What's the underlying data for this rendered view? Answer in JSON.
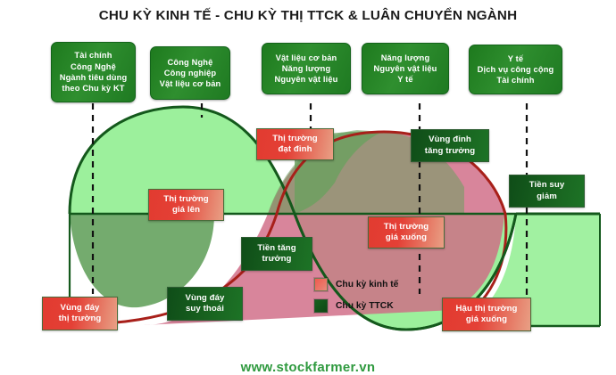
{
  "title": "CHU KỲ KINH TẾ - CHU KỲ THỊ TTCK & LUÂN CHUYỂN NGÀNH",
  "footer": "www.stockfarmer.vn",
  "sectors": [
    {
      "name": "sector-box-1",
      "lines": [
        "Tài chính",
        "Công Nghệ",
        "Ngành tiêu dùng",
        "theo Chu kỳ KT"
      ]
    },
    {
      "name": "sector-box-2",
      "lines": [
        "Công Nghệ",
        "Công nghiệp",
        "Vật liệu cơ bản"
      ]
    },
    {
      "name": "sector-box-3",
      "lines": [
        "Vật liệu cơ bản",
        "Năng lượng",
        "Nguyên vật liệu"
      ]
    },
    {
      "name": "sector-box-4",
      "lines": [
        "Năng lượng",
        "Nguyên vật liệu",
        "Y tế"
      ]
    },
    {
      "name": "sector-box-5",
      "lines": [
        "Y tế",
        "Dịch vụ công cộng",
        "Tài chính"
      ]
    }
  ],
  "callouts": [
    {
      "name": "market-peak",
      "lines": [
        "Thị trường",
        "đạt đỉnh"
      ],
      "style": "red"
    },
    {
      "name": "growth-peak-zone",
      "lines": [
        "Vùng đỉnh",
        "tăng trưởng"
      ],
      "style": "green"
    },
    {
      "name": "bull-market",
      "lines": [
        "Thị trường",
        "giá lên"
      ],
      "style": "red"
    },
    {
      "name": "money-growth",
      "lines": [
        "Tiền tăng",
        "trưởng"
      ],
      "style": "green"
    },
    {
      "name": "bear-market",
      "lines": [
        "Thị trường",
        "giá xuống"
      ],
      "style": "red"
    },
    {
      "name": "money-decline",
      "lines": [
        "Tiền suy",
        "giảm"
      ],
      "style": "green"
    },
    {
      "name": "market-bottom",
      "lines": [
        "Vùng đáy",
        "thị trường"
      ],
      "style": "red"
    },
    {
      "name": "recession-bottom",
      "lines": [
        "Vùng đáy",
        "suy thoái"
      ],
      "style": "green"
    },
    {
      "name": "post-bear-market",
      "lines": [
        "Hậu thị trường",
        "giá xuống"
      ],
      "style": "red"
    }
  ],
  "legend": [
    {
      "name": "legend-economic-cycle",
      "label": "Chu kỳ kinh tế",
      "color": "#f05a4e"
    },
    {
      "name": "legend-stock-cycle",
      "label": "Chu kỳ TTCK",
      "color": "#14591c"
    }
  ],
  "chart_data": {
    "type": "area",
    "title": "CHU KỲ KINH TẾ - CHU KỲ THỊ TTCK & LUÂN CHUYỂN NGÀNH",
    "xlabel": "",
    "ylabel": "",
    "baseline_y": 240,
    "grid": false,
    "legend_position": "bottom-center",
    "series": [
      {
        "name": "Chu kỳ TTCK",
        "color": "#14591c",
        "fill": "#8ce88c",
        "phase_lead": "leads economic cycle",
        "x": [
          78,
          140,
          205,
          272,
          340,
          405,
          470,
          535,
          600,
          672
        ],
        "y": [
          240,
          178,
          140,
          145,
          240,
          300,
          352,
          362,
          300,
          240
        ]
      },
      {
        "name": "Chu kỳ kinh tế",
        "color": "#a8201a",
        "fill": "#d4637e",
        "phase_lead": "lags stock cycle",
        "x": [
          78,
          140,
          205,
          272,
          340,
          405,
          470,
          535,
          600,
          672
        ],
        "y": [
          362,
          352,
          310,
          248,
          190,
          152,
          146,
          175,
          240,
          300
        ]
      }
    ],
    "annotations": [
      "Thị trường giá lên",
      "Thị trường đạt đỉnh",
      "Thị trường giá xuống",
      "Hậu thị trường giá xuống",
      "Vùng đáy thị trường",
      "Vùng đáy suy thoái",
      "Tiền tăng trưởng",
      "Vùng đỉnh tăng trưởng",
      "Tiền suy giảm"
    ]
  }
}
